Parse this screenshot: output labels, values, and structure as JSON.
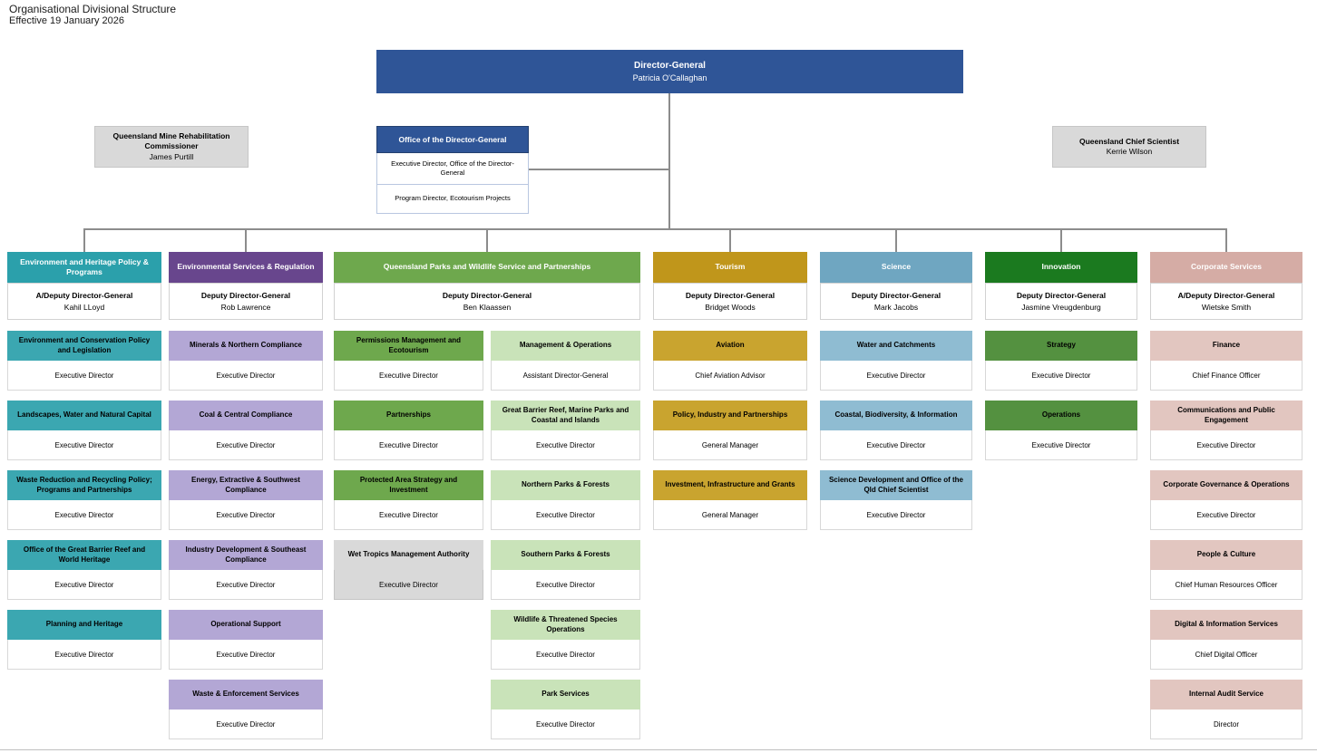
{
  "title": "Organisational Divisional Structure",
  "subtitle": "Effective 19 January 2026",
  "palette": {
    "executive_blue": "#2F5597",
    "statutory_grey": "#D9D9D9",
    "connector_grey": "#8c8c8c"
  },
  "top": {
    "director_general": {
      "title": "Director-General",
      "name": "Patricia O'Callaghan"
    },
    "office_of_dg": {
      "title": "Office of the Director-General",
      "roles": [
        "Executive Director, Office of the Director-General",
        "Program Director, Ecotourism Projects"
      ]
    },
    "statutory": [
      {
        "title": "Queensland Mine Rehabilitation Commissioner",
        "name": "James Purtill"
      },
      {
        "title": "Queensland Chief Scientist",
        "name": "Kerrie Wilson"
      }
    ]
  },
  "divisions": [
    {
      "name": "Environment and Heritage Policy & Programs",
      "leader_title": "A/Deputy Director-General",
      "leader_name": "Kahil LLoyd",
      "colors": {
        "header": "#2BA0AB",
        "unit": "#3BA7B1"
      },
      "unit_columns": [
        [
          {
            "name": "Environment and Conservation Policy and Legislation",
            "role": "Executive Director"
          },
          {
            "name": "Landscapes, Water and Natural Capital",
            "role": "Executive Director"
          },
          {
            "name": "Waste Reduction and Recycling Policy; Programs and Partnerships",
            "role": "Executive Director"
          },
          {
            "name": "Office of the Great Barrier Reef and World Heritage",
            "role": "Executive Director"
          },
          {
            "name": "Planning and Heritage",
            "role": "Executive Director"
          }
        ]
      ]
    },
    {
      "name": "Environmental Services & Regulation",
      "leader_title": "Deputy Director-General",
      "leader_name": "Rob Lawrence",
      "colors": {
        "header": "#68468D",
        "unit": "#B3A7D5"
      },
      "unit_columns": [
        [
          {
            "name": "Minerals & Northern Compliance",
            "role": "Executive Director"
          },
          {
            "name": "Coal & Central Compliance",
            "role": "Executive Director"
          },
          {
            "name": "Energy, Extractive & Southwest Compliance",
            "role": "Executive Director"
          },
          {
            "name": "Industry Development & Southeast Compliance",
            "role": "Executive Director"
          },
          {
            "name": "Operational Support",
            "role": "Executive Director"
          },
          {
            "name": "Waste & Enforcement Services",
            "role": "Executive Director"
          }
        ]
      ]
    },
    {
      "name": "Queensland Parks and Wildlife Service and Partnerships",
      "leader_title": "Deputy Director-General",
      "leader_name": "Ben Klaassen",
      "colors": {
        "header": "#6EA84D",
        "unit": "#6EA84D",
        "unit2": "#C9E3B9"
      },
      "unit_columns": [
        [
          {
            "name": "Permissions Management and Ecotourism",
            "role": "Executive Director"
          },
          {
            "name": "Partnerships",
            "role": "Executive Director"
          },
          {
            "name": "Protected Area Strategy and Investment",
            "role": "Executive Director"
          },
          {
            "name": "Wet Tropics Management Authority",
            "role": "Executive Director",
            "variant": "grey"
          }
        ],
        [
          {
            "name": "Management & Operations",
            "role": "Assistant Director-General"
          },
          {
            "name": "Great Barrier Reef, Marine Parks and Coastal and Islands",
            "role": "Executive Director"
          },
          {
            "name": "Northern Parks & Forests",
            "role": "Executive Director"
          },
          {
            "name": "Southern Parks & Forests",
            "role": "Executive Director"
          },
          {
            "name": "Wildlife & Threatened Species Operations",
            "role": "Executive Director"
          },
          {
            "name": "Park Services",
            "role": "Executive Director"
          }
        ]
      ]
    },
    {
      "name": "Tourism",
      "leader_title": "Deputy Director-General",
      "leader_name": "Bridget Woods",
      "colors": {
        "header": "#C0961B",
        "unit": "#C9A42F"
      },
      "unit_columns": [
        [
          {
            "name": "Aviation",
            "role": "Chief Aviation Advisor"
          },
          {
            "name": "Policy, Industry and Partnerships",
            "role": "General Manager"
          },
          {
            "name": "Investment, Infrastructure and Grants",
            "role": "General Manager"
          }
        ]
      ]
    },
    {
      "name": "Science",
      "leader_title": "Deputy Director-General",
      "leader_name": "Mark Jacobs",
      "colors": {
        "header": "#6FA6C1",
        "unit": "#8FBCD2"
      },
      "unit_columns": [
        [
          {
            "name": "Water and Catchments",
            "role": "Executive Director"
          },
          {
            "name": "Coastal, Biodiversity, & Information",
            "role": "Executive Director"
          },
          {
            "name": "Science Development and Office of the Qld Chief Scientist",
            "role": "Executive Director"
          }
        ]
      ]
    },
    {
      "name": "Innovation",
      "leader_title": "Deputy Director-General",
      "leader_name": "Jasmine Vreugdenburg",
      "colors": {
        "header": "#1B7A1F",
        "unit": "#549140"
      },
      "unit_columns": [
        [
          {
            "name": "Strategy",
            "role": "Executive Director"
          },
          {
            "name": "Operations",
            "role": "Executive Director"
          }
        ]
      ]
    },
    {
      "name": "Corporate Services",
      "leader_title": "A/Deputy Director-General",
      "leader_name": "Wietske Smith",
      "colors": {
        "header": "#D5ACA5",
        "unit": "#E2C6C0"
      },
      "unit_columns": [
        [
          {
            "name": "Finance",
            "role": "Chief Finance Officer"
          },
          {
            "name": "Communications and Public Engagement",
            "role": "Executive Director"
          },
          {
            "name": "Corporate Governance & Operations",
            "role": "Executive Director"
          },
          {
            "name": "People & Culture",
            "role": "Chief Human Resources Officer"
          },
          {
            "name": "Digital & Information Services",
            "role": "Chief Digital Officer"
          },
          {
            "name": "Internal Audit Service",
            "role": "Director"
          }
        ]
      ]
    }
  ]
}
